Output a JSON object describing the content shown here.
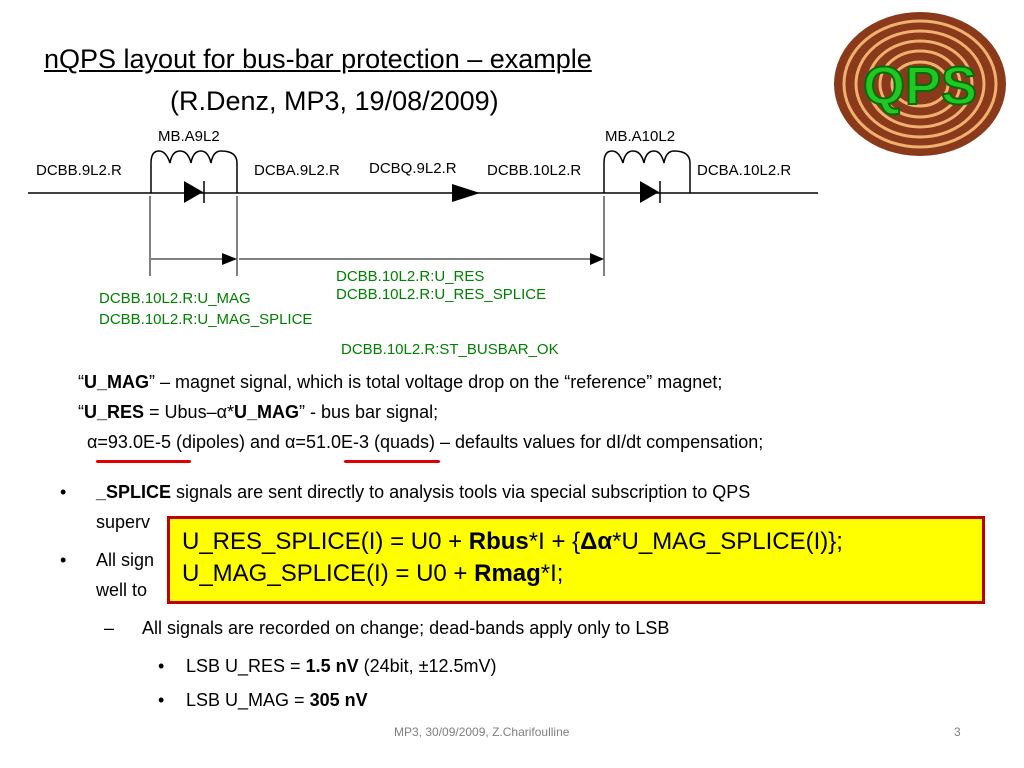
{
  "slide": {
    "title": "nQPS layout for bus-bar protection – example",
    "subtitle": "(R.Denz, MP3, 19/08/2009)",
    "logo_text": "QPS",
    "footer": "MP3, 30/09/2009, Z.Charifoulline",
    "page_number": "3"
  },
  "diagram": {
    "magnet_left": "MB.A9L2",
    "magnet_right": "MB.A10L2",
    "node_labels": [
      "DCBB.9L2.R",
      "DCBA.9L2.R",
      "DCBQ.9L2.R",
      "DCBB.10L2.R",
      "DCBA.10L2.R"
    ],
    "signals": {
      "u_mag": "DCBB.10L2.R:U_MAG",
      "u_mag_splice": "DCBB.10L2.R:U_MAG_SPLICE",
      "u_res": "DCBB.10L2.R:U_RES",
      "u_res_splice": "DCBB.10L2.R:U_RES_SPLICE",
      "st_busbar_ok": "DCBB.10L2.R:ST_BUSBAR_OK"
    },
    "colors": {
      "signal_text": "#008000",
      "line": "#000000"
    }
  },
  "definitions": {
    "line1": {
      "q_open": "“",
      "bold": "U_MAG",
      "rest": "” – magnet signal, which is total voltage drop on the “reference” magnet;"
    },
    "line2": {
      "q_open": "“",
      "bold1": "U_RES",
      "mid": " = Ubus–α*",
      "bold2": "U_MAG",
      "rest": "” - bus bar signal;"
    },
    "line3": "α=93.0E-5 (dipoles) and α=51.0E-3 (quads) – defaults values for dI/dt compensation;"
  },
  "bullets": {
    "b1_bold": "_SPLICE",
    "b1_rest": " signals are sent directly to analysis tools via special subscription to QPS",
    "b1_line2": "superv",
    "b2_line1": "All sign",
    "b2_line2": "well to",
    "sub1": "All signals are recorded on change; dead-bands apply only to LSB",
    "lsb_res_label": "LSB U_RES = ",
    "lsb_res_value": "1.5 nV",
    "lsb_res_rest": " (24bit, ±12.5mV)",
    "lsb_mag_label": "LSB U_MAG = ",
    "lsb_mag_value": "305 nV"
  },
  "formula": {
    "line1_a": "U_RES_SPLICE(I) = U0 + ",
    "line1_b": "Rbus",
    "line1_c": "*I + {",
    "line1_d": "Δα",
    "line1_e": "*U_MAG_SPLICE(I)};",
    "line2_a": "U_MAG_SPLICE(I) = U0 + ",
    "line2_b": "Rmag",
    "line2_c": "*I;"
  }
}
